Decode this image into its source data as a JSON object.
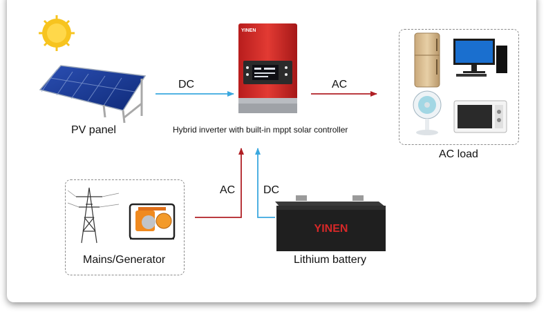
{
  "labels": {
    "pv_panel": "PV panel",
    "inverter": "Hybrid inverter with built-in mppt solar controller",
    "ac_load": "AC load",
    "mains": "Mains/Generator",
    "battery": "Lithium battery"
  },
  "arrows": {
    "pv_to_inverter": "DC",
    "inverter_to_load": "AC",
    "mains_to_inverter": "AC",
    "battery_to_inverter": "DC"
  },
  "brand": "YINEN",
  "colors": {
    "dc_arrow": "#3aa8df",
    "ac_arrow": "#b01f24",
    "inverter_red": "#d42b2b",
    "sun": "#f7c41f"
  }
}
